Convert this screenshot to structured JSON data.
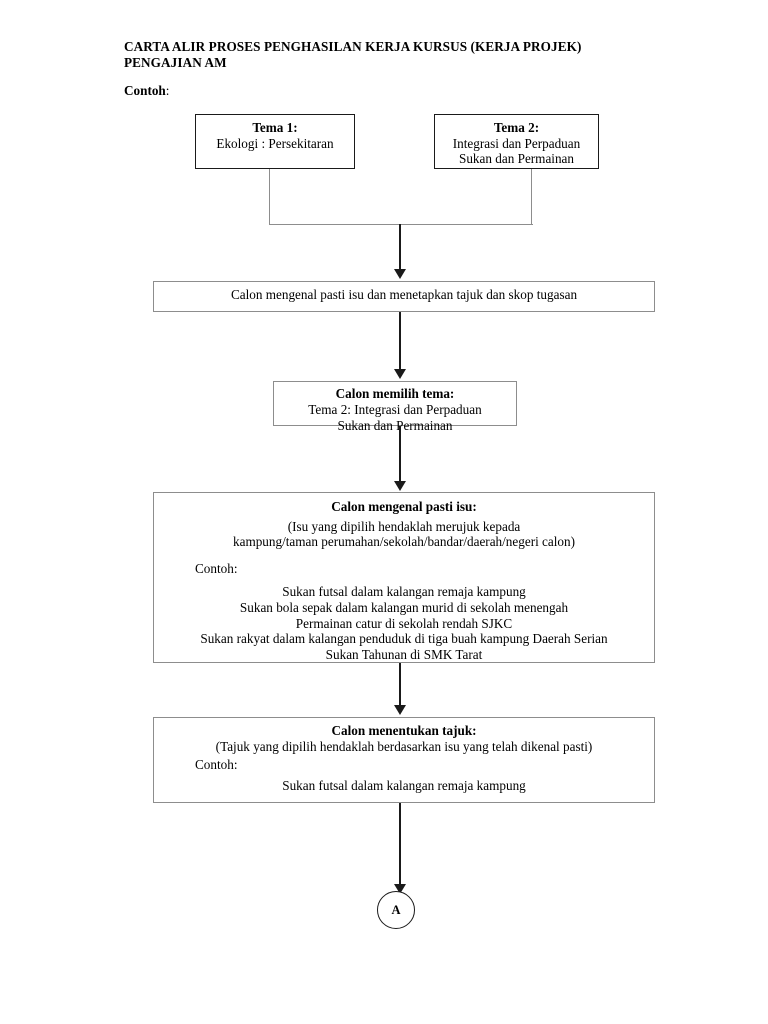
{
  "document": {
    "title_line1": "CARTA ALIR PROSES PENGHASILAN KERJA KURSUS (KERJA PROJEK)",
    "title_line2": "PENGAJIAN AM",
    "example_label": "Contoh",
    "example_colon": ":"
  },
  "flowchart": {
    "type": "flowchart",
    "orientation": "top-to-bottom",
    "theme_boxes": [
      {
        "id": "tema-1",
        "heading": "Tema 1:",
        "lines": [
          "Ekologi : Persekitaran"
        ]
      },
      {
        "id": "tema-2",
        "heading": "Tema 2:",
        "lines": [
          "Integrasi dan Perpaduan",
          "Sukan dan Permainan"
        ]
      }
    ],
    "steps": [
      {
        "id": "step-1",
        "text": "Calon mengenal pasti isu dan menetapkan tajuk dan skop tugasan"
      },
      {
        "id": "step-2",
        "heading": "Calon memilih tema:",
        "line1": "Tema 2: Integrasi dan Perpaduan",
        "line2": "Sukan dan Permainan"
      },
      {
        "id": "step-3",
        "heading": "Calon mengenal pasti isu:",
        "sub_line1": "(Isu yang dipilih hendaklah merujuk kepada",
        "sub_line2": "kampung/taman perumahan/sekolah/bandar/daerah/negeri calon)",
        "example_label": "Contoh:",
        "examples": [
          "Sukan futsal dalam kalangan remaja kampung",
          "Sukan bola sepak dalam kalangan murid di sekolah menengah",
          "Permainan catur di sekolah rendah SJKC",
          "Sukan rakyat dalam kalangan penduduk di tiga buah kampung Daerah Serian",
          "Sukan Tahunan di SMK Tarat"
        ]
      },
      {
        "id": "step-4",
        "heading": "Calon menentukan tajuk:",
        "sub_line1": "(Tajuk yang dipilih hendaklah berdasarkan isu yang telah dikenal pasti)",
        "example_label": "Contoh:",
        "examples": [
          "Sukan futsal dalam kalangan remaja kampung"
        ]
      }
    ],
    "connector": {
      "id": "connector-a",
      "label": "A"
    }
  },
  "colors": {
    "ink": "#000000",
    "box_border_dark": "#1a1a1a",
    "box_border_light": "#8d8d8d",
    "page_background": "#ffffff"
  }
}
